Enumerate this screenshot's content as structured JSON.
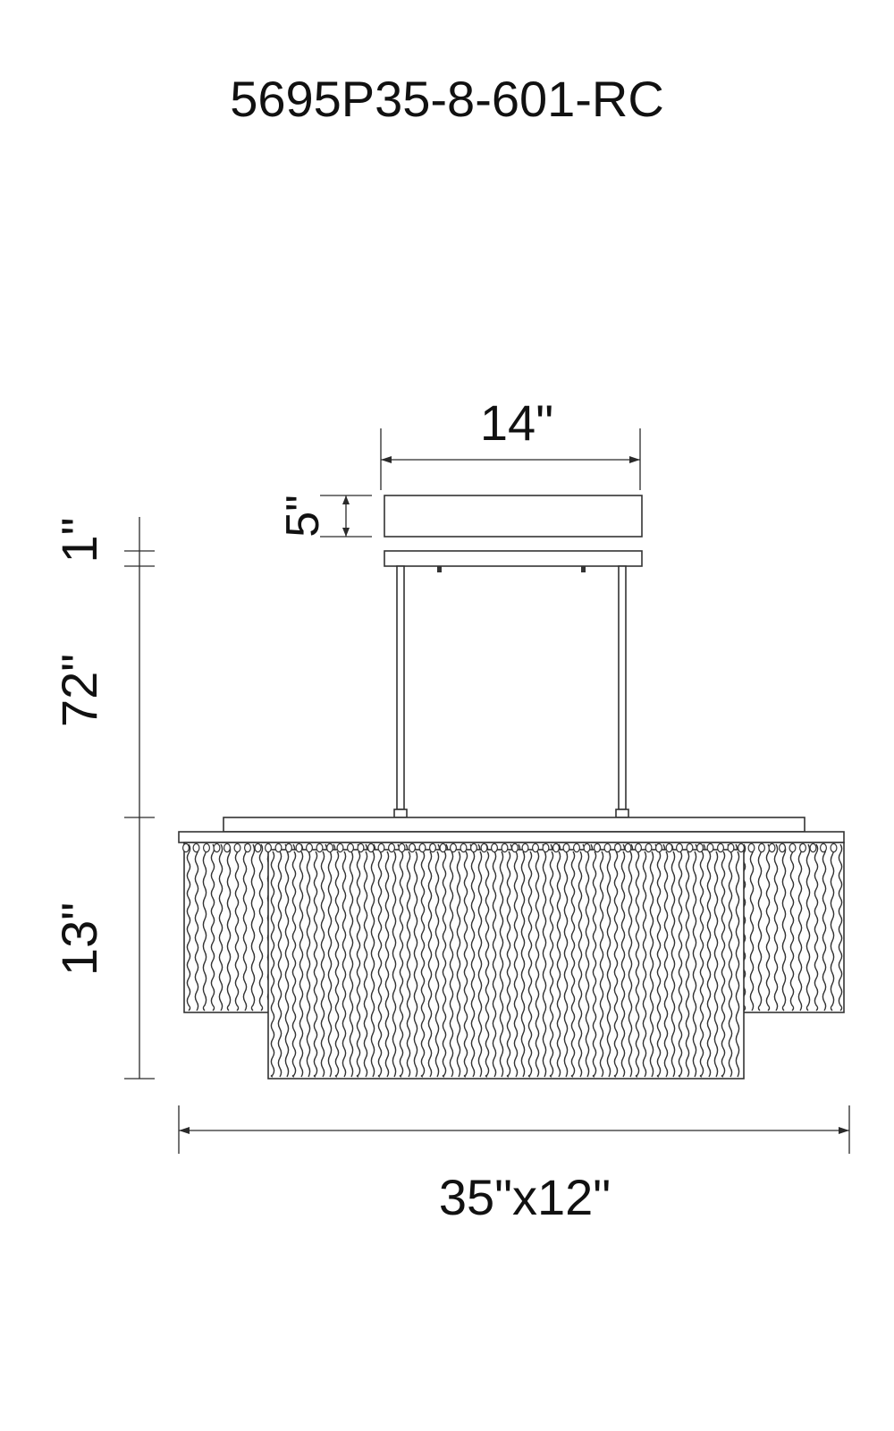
{
  "title": "5695P35-8-601-RC",
  "dimensions": {
    "canopy_width": "14\"",
    "canopy_height": "5\"",
    "canopy_plate": "1\"",
    "rod_length": "72\"",
    "fixture_height": "13\"",
    "fixture_size": "35\"x12\""
  }
}
